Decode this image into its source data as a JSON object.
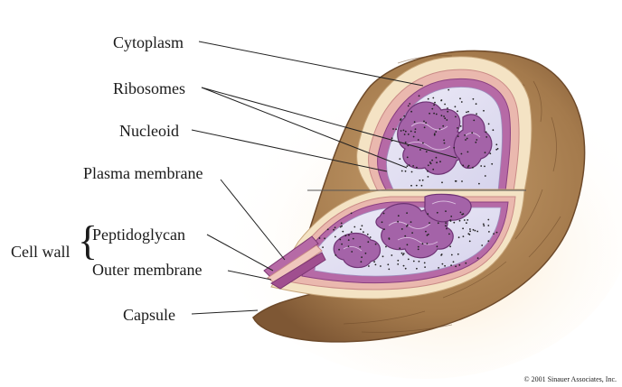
{
  "labels": {
    "cytoplasm": "Cytoplasm",
    "ribosomes": "Ribosomes",
    "nucleoid": "Nucleoid",
    "plasma_membrane": "Plasma membrane",
    "cell_wall": "Cell wall",
    "peptidoglycan": "Peptidoglycan",
    "outer_membrane": "Outer membrane",
    "capsule": "Capsule"
  },
  "copyright": "© 2001 Sinauer Associates, Inc.",
  "colors": {
    "capsule": "#b08a5c",
    "capsule_dark": "#7a5634",
    "peptidoglycan": "#e9b8b0",
    "membrane": "#b0579c",
    "cytoplasm": "#e4e2f3",
    "nucleoid": "#9a5ca0",
    "background": "#ffffff"
  }
}
